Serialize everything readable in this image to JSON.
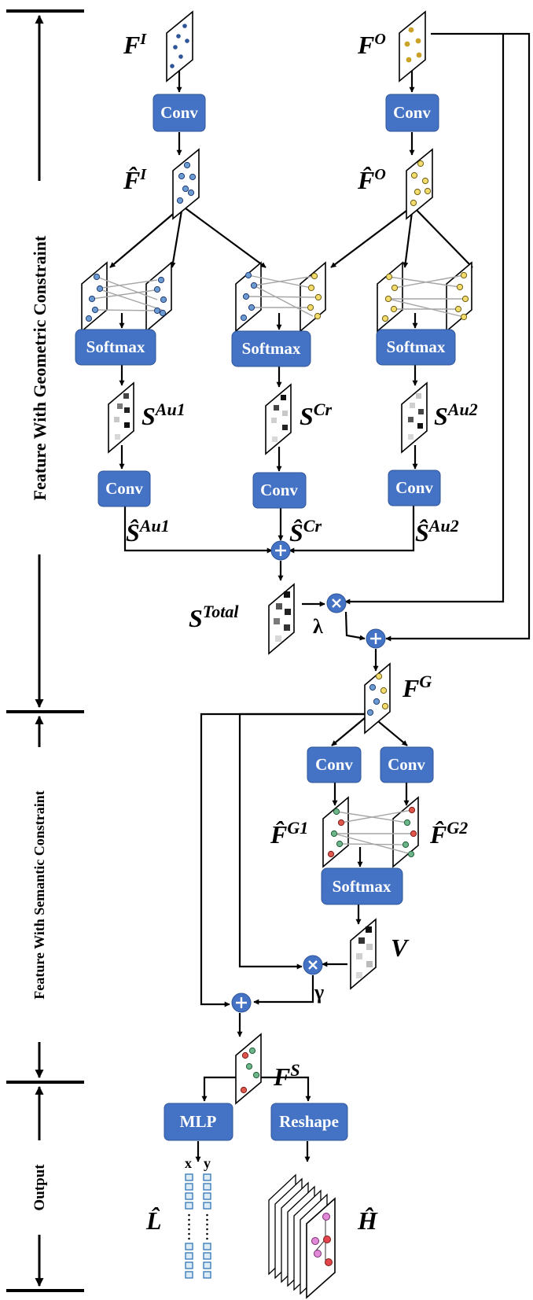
{
  "sections": {
    "geometric": "Feature With Geometric Constraint",
    "semantic": "Feature With Semantic Constraint",
    "output": "Output"
  },
  "blocks": {
    "conv": "Conv",
    "softmax": "Softmax",
    "mlp": "MLP",
    "reshape": "Reshape"
  },
  "labels": {
    "fi_base": "F",
    "fi_sup": "I",
    "fo_base": "F",
    "fo_sup": "O",
    "fhi_base": "F̂",
    "fhi_sup": "I",
    "fho_base": "F̂",
    "fho_sup": "O",
    "sau1_base": "S",
    "sau1_sup": "Au1",
    "scr_base": "S",
    "scr_sup": "Cr",
    "sau2_base": "S",
    "sau2_sup": "Au2",
    "shau1_base": "Ŝ",
    "shau1_sup": "Au1",
    "shcr_base": "Ŝ",
    "shcr_sup": "Cr",
    "shau2_base": "Ŝ",
    "shau2_sup": "Au2",
    "stotal_base": "S",
    "stotal_sup": "Total",
    "lambda": "λ",
    "fg_base": "F",
    "fg_sup": "G",
    "fg1_base": "F̂",
    "fg1_sup": "G1",
    "fg2_base": "F̂",
    "fg2_sup": "G2",
    "v": "V",
    "gamma": "γ",
    "fs_base": "F",
    "fs_sup": "S",
    "lhat": "L̂",
    "hhat": "Ĥ",
    "x": "x",
    "y": "y"
  },
  "colors": {
    "block": "#4472c4",
    "input_dots": "#2e5597",
    "output_dots": "#c9a227",
    "refined_input_dots": "#6b9bd2",
    "refined_output_dots": "#f2dc6b",
    "fused_red": "#e0564b",
    "fused_green": "#6db58a",
    "heatmap_pink": "#e08ad8",
    "heatmap_red": "#e0464b"
  }
}
